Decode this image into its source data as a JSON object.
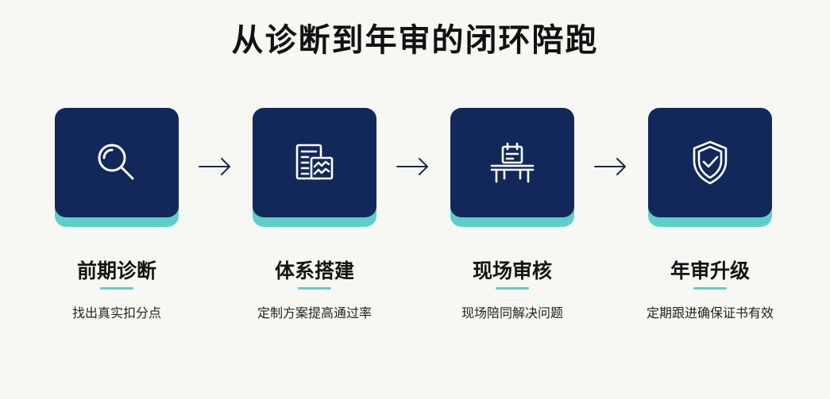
{
  "title": "从诊断到年审的闭环陪跑",
  "colors": {
    "card": "#13285a",
    "accent": "#5ecfc8",
    "title": "#111111"
  },
  "steps": [
    {
      "icon": "search-icon",
      "title": "前期诊断",
      "desc": "找出真实扣分点"
    },
    {
      "icon": "document-chart-icon",
      "title": "体系搭建",
      "desc": "定制方案提高通过率"
    },
    {
      "icon": "desk-review-icon",
      "title": "现场审核",
      "desc": "现场陪同解决问题"
    },
    {
      "icon": "shield-check-icon",
      "title": "年审升级",
      "desc": "定期跟进确保证书有效"
    }
  ]
}
